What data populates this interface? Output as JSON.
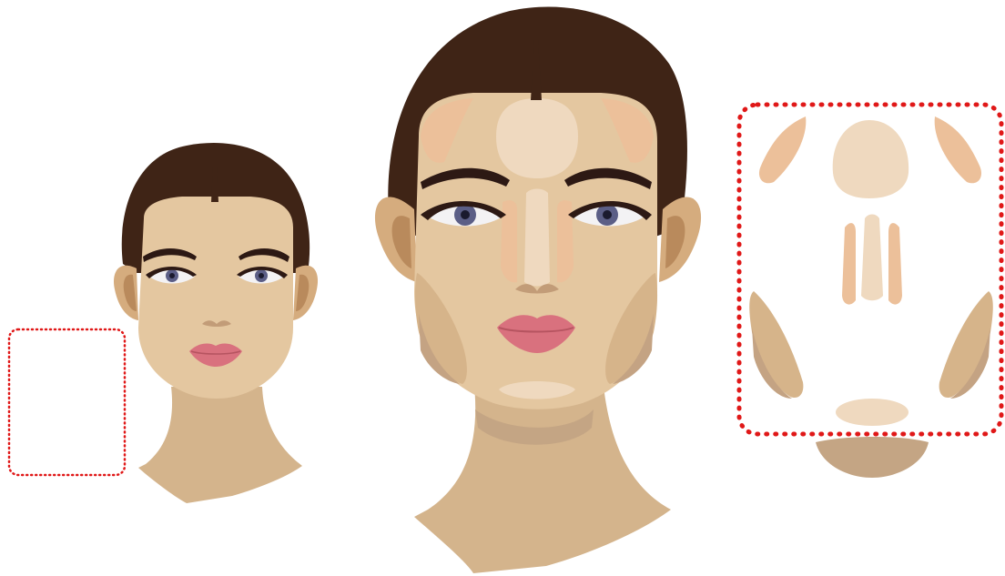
{
  "palette": {
    "background": "#ffffff",
    "hair": "#3f2416",
    "skin": "#e4c7a0",
    "skin_shadow": "#d8b98f",
    "neck": "#d4b48c",
    "neck_shadow": "#c4a584",
    "contour": "#d6b48a",
    "contour_dark": "#c4a383",
    "blush": "#ecc09a",
    "highlight": "#efd9bf",
    "ear": "#d5ac7e",
    "ear_inner": "#b98a5c",
    "brow": "#2d1914",
    "iris": "#5b5e86",
    "pupil": "#1a1a2e",
    "eye_white": "#f3f2f4",
    "lip": "#d9717e",
    "lip_line": "#b65460",
    "nose_shadow": "#c29c78",
    "dotted_frame": "#e01818"
  },
  "figures": [
    {
      "name": "small-face-illustration",
      "kind": "face",
      "style": "plain"
    },
    {
      "name": "large-face-illustration",
      "kind": "face",
      "style": "contour-map"
    },
    {
      "name": "contour-zones-diagram",
      "kind": "zone-map"
    },
    {
      "name": "empty-dotted-frame",
      "kind": "frame"
    }
  ],
  "icons": [
    "face-icon",
    "contour-zone-icon",
    "dotted-frame-icon"
  ]
}
